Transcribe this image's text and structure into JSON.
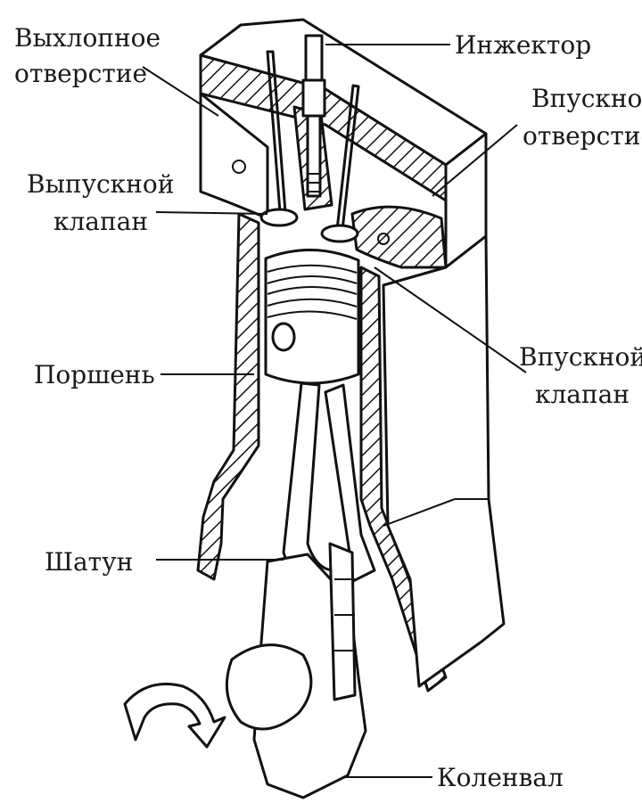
{
  "labels": {
    "exhaust_port": [
      "Выхлопное",
      "отверстие"
    ],
    "injector": "Инжектор",
    "intake_port": [
      "Впускное",
      "отверстие"
    ],
    "exhaust_valve": [
      "Выпускной",
      "клапан"
    ],
    "intake_valve": [
      "Впускной",
      "клапан"
    ],
    "piston": "Поршень",
    "connecting_rod": "Шатун",
    "crankshaft": "Коленвал"
  },
  "colors": {
    "ink": "#111111",
    "background": "#ffffff"
  }
}
